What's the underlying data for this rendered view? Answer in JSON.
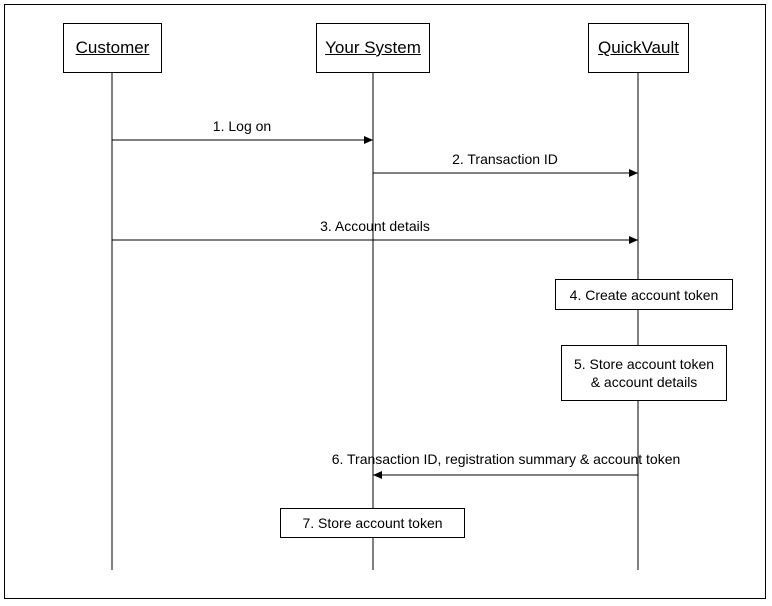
{
  "actors": {
    "customer": "Customer",
    "system": "Your System",
    "vault": "QuickVault"
  },
  "messages": [
    "1. Log on",
    "2. Transaction ID",
    "3. Account details",
    "6. Transaction ID, registration summary & account token"
  ],
  "notes": {
    "create_token": "4. Create account token",
    "store_token_line1": "5. Store account token",
    "store_token_line2": "& account details",
    "store_token_system": "7. Store account token"
  }
}
